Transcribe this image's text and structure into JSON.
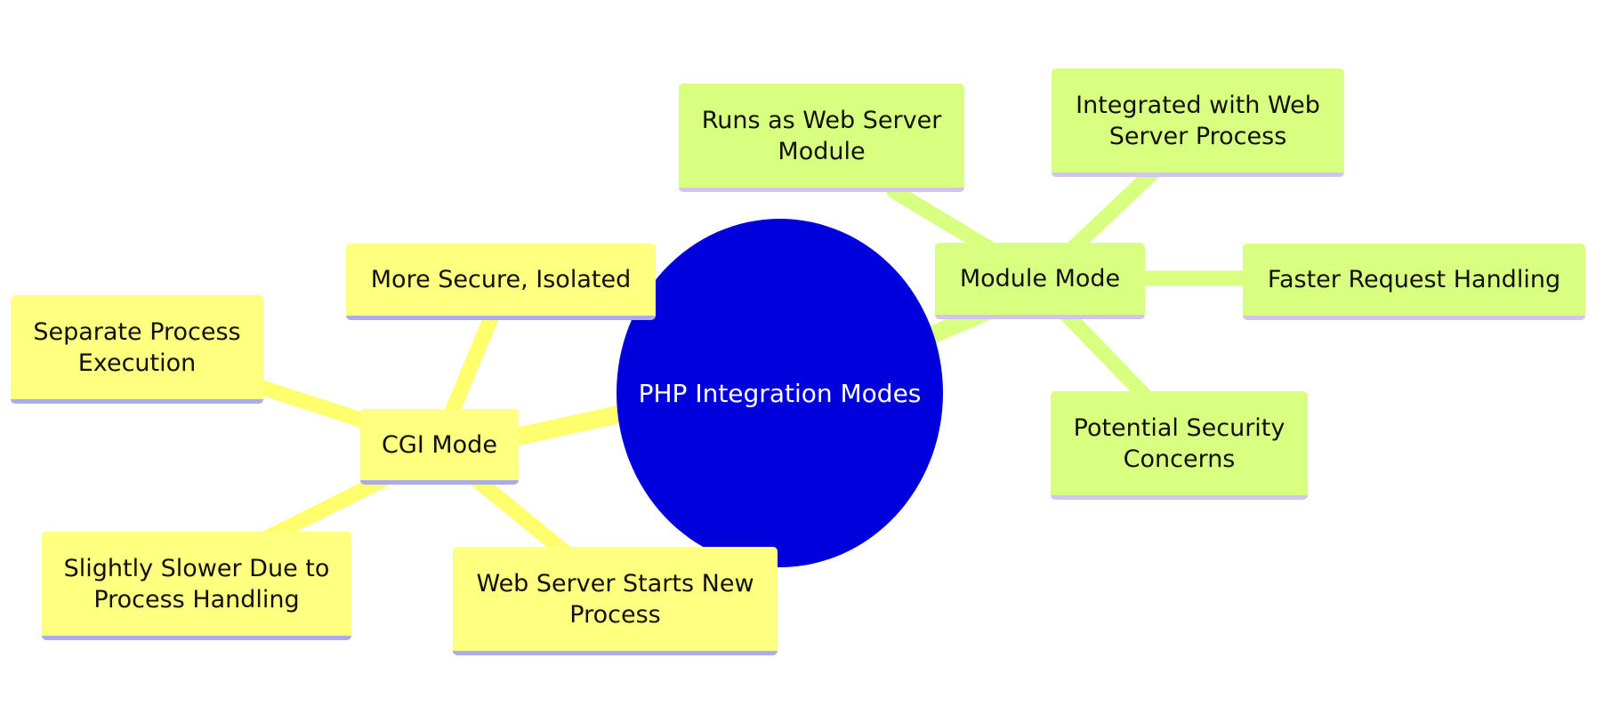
{
  "diagram": {
    "root": {
      "label": "PHP Integration Modes",
      "color": "#0000dd"
    },
    "branches": [
      {
        "label": "CGI Mode",
        "color": "#ffff80",
        "edge_color": "#ffff6e",
        "underline_color": "#aaaaee",
        "children": [
          "More Secure, Isolated",
          "Separate Process Execution",
          "Slightly Slower Due to Process Handling",
          "Web Server Starts New Process"
        ]
      },
      {
        "label": "Module Mode",
        "color": "#d9ff80",
        "edge_color": "#d9ff80",
        "underline_color": "#d3c3f0",
        "children": [
          "Runs as Web Server Module",
          "Integrated with Web Server Process",
          "Faster Request Handling",
          "Potential Security Concerns"
        ]
      }
    ]
  }
}
